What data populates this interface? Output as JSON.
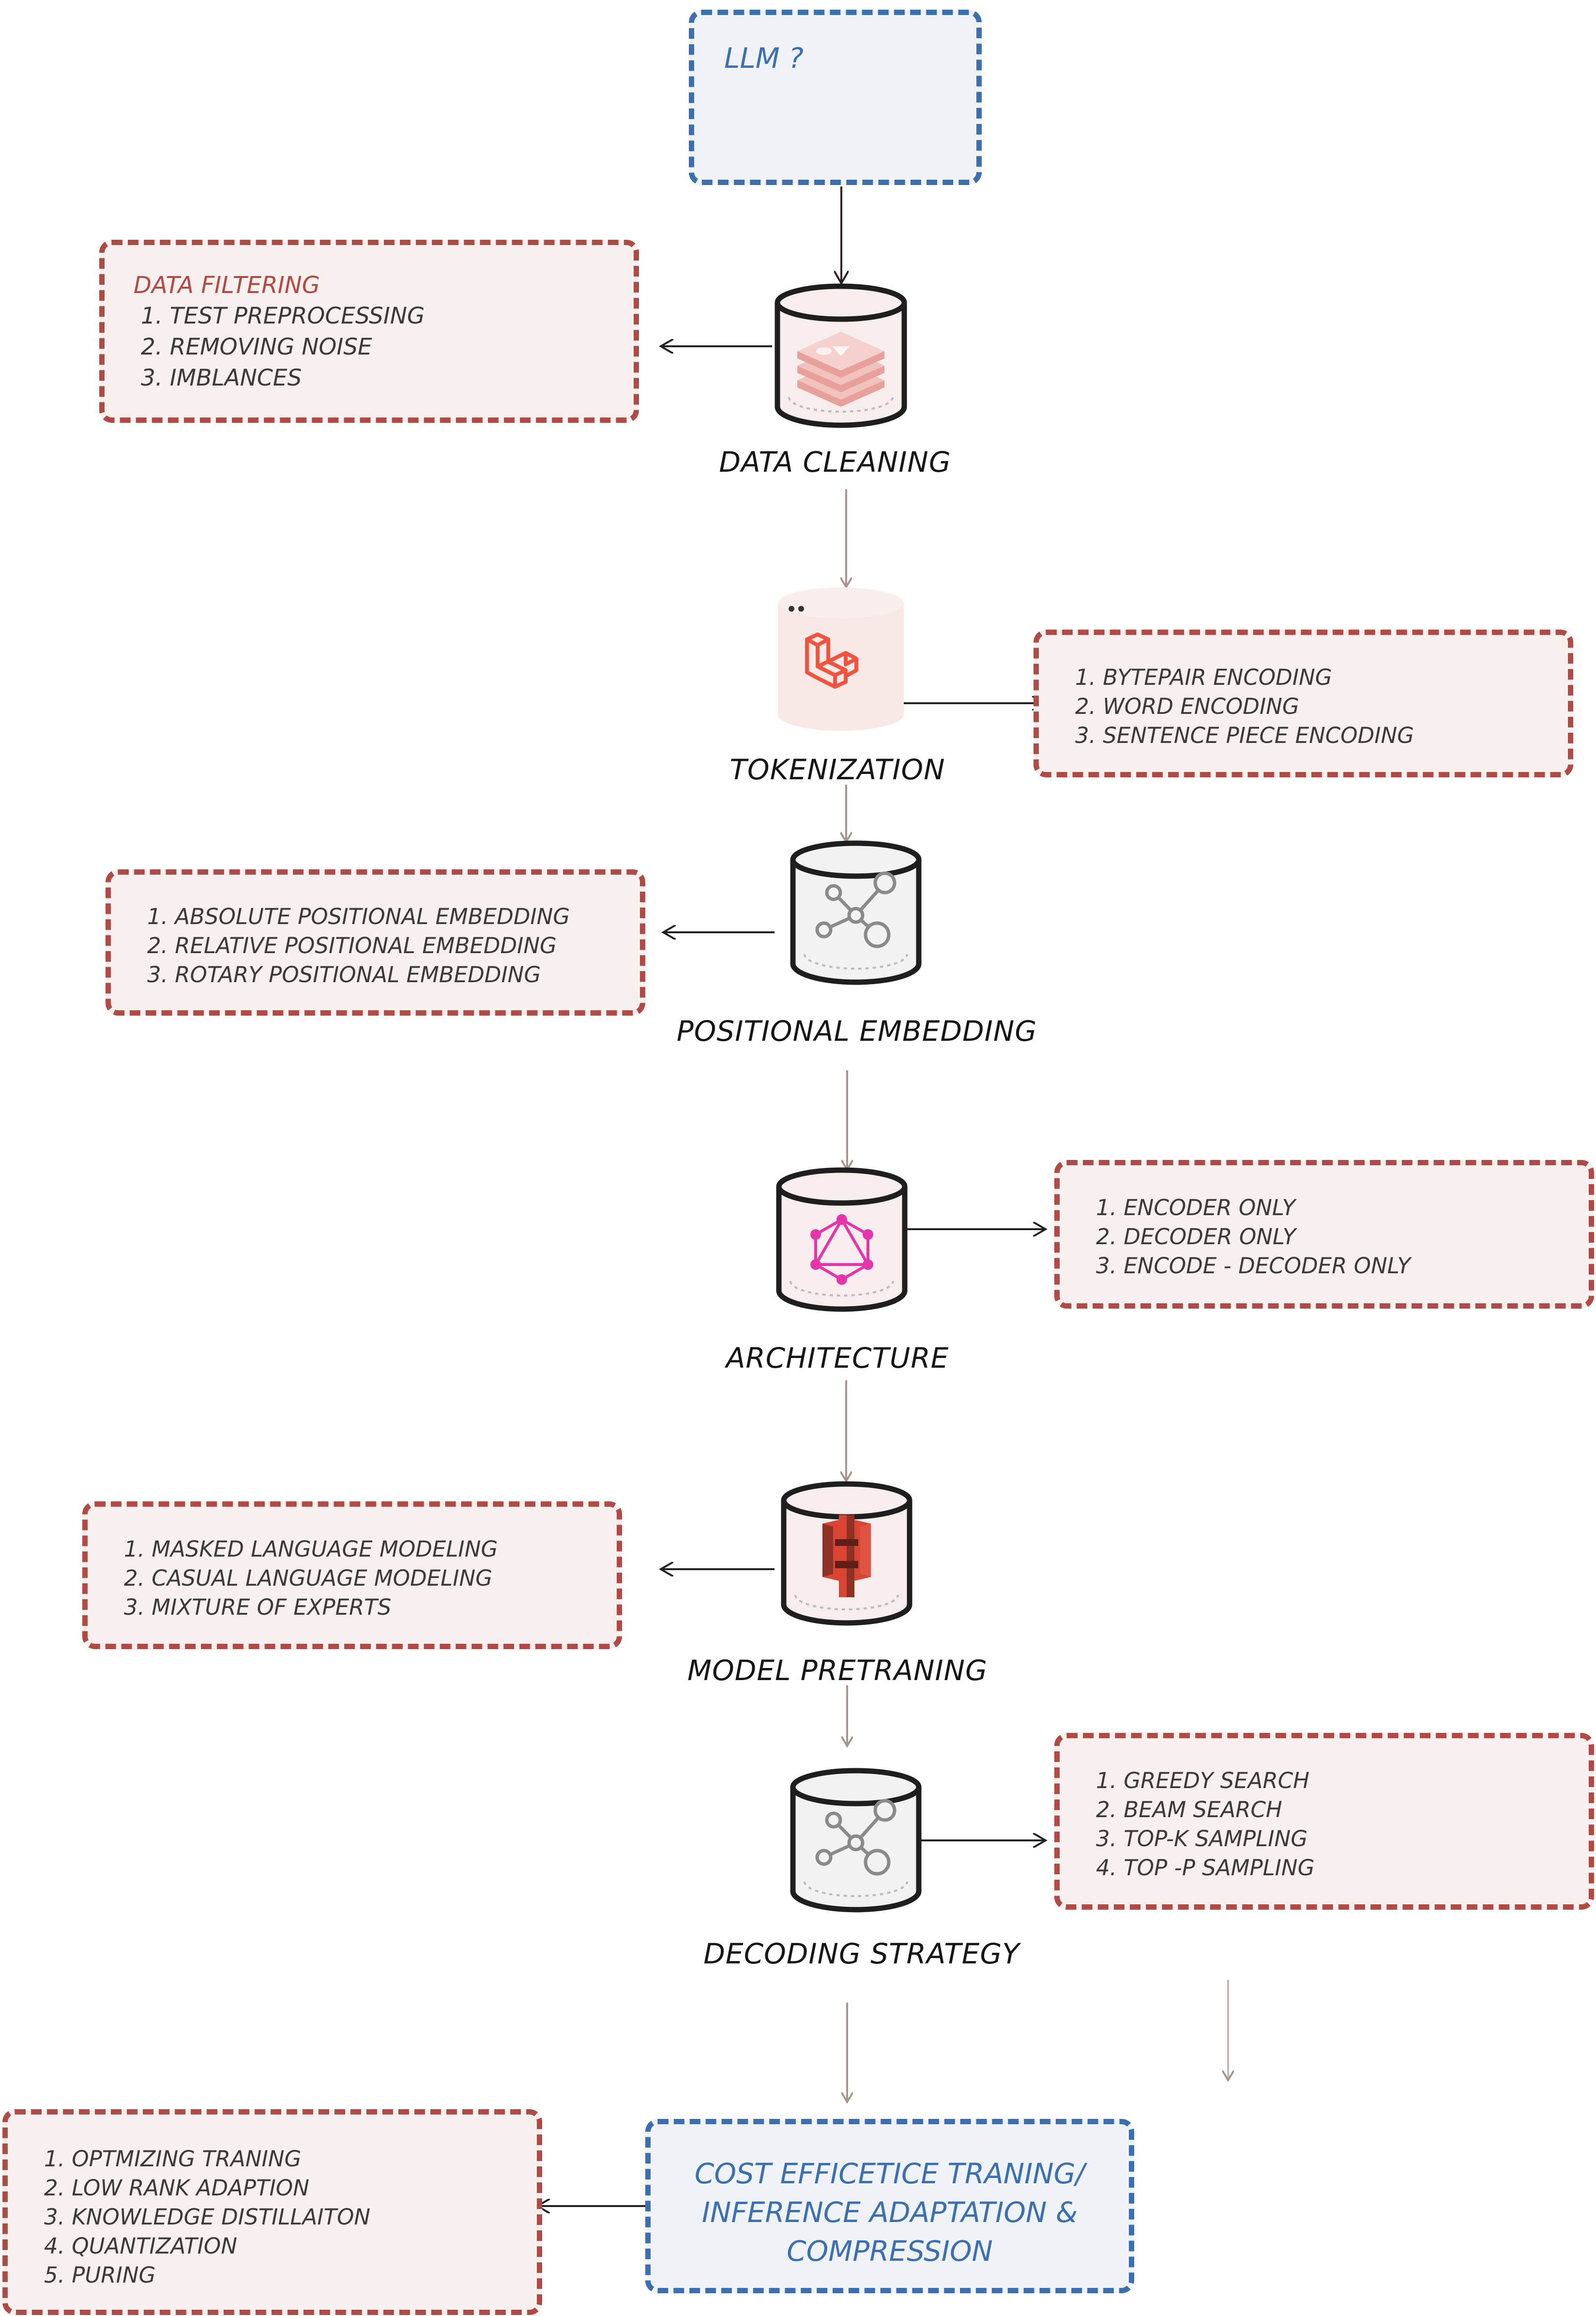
{
  "top_box": {
    "title": "LLM ?"
  },
  "stages": [
    {
      "label": "DATA CLEANING"
    },
    {
      "label": "TOKENIZATION"
    },
    {
      "label": "POSITIONAL EMBEDDING"
    },
    {
      "label": "ARCHITECTURE"
    },
    {
      "label": "MODEL PRETRANING"
    },
    {
      "label": "DECODING STRATEGY"
    }
  ],
  "data_filtering": {
    "title": "DATA FILTERING",
    "items": [
      "1. TEST PREPROCESSING",
      "2. REMOVING NOISE",
      "3. IMBLANCES"
    ]
  },
  "tokenization_box": {
    "items": [
      "1. BYTEPAIR ENCODING",
      "2. WORD ENCODING",
      "3. SENTENCE PIECE ENCODING"
    ]
  },
  "positional_box": {
    "items": [
      "1. ABSOLUTE POSITIONAL EMBEDDING",
      "2. RELATIVE POSITIONAL EMBEDDING",
      "3. ROTARY POSITIONAL EMBEDDING"
    ]
  },
  "architecture_box": {
    "items": [
      "1. ENCODER ONLY",
      "2. DECODER ONLY",
      "3. ENCODE - DECODER ONLY"
    ]
  },
  "pretraining_box": {
    "items": [
      "1. MASKED LANGUAGE MODELING",
      "2. CASUAL LANGUAGE MODELING",
      "3. MIXTURE OF EXPERTS"
    ]
  },
  "decoding_box": {
    "items": [
      "1. GREEDY SEARCH",
      "2. BEAM SEARCH",
      "3. TOP-K SAMPLING",
      "4. TOP -P SAMPLING"
    ]
  },
  "cost_box": {
    "lines": [
      "COST EFFICETICE TRANING/",
      "INFERENCE ADAPTATION &",
      "COMPRESSION"
    ]
  },
  "cost_items_box": {
    "items": [
      "1. OPTMIZING TRANING",
      "2. LOW RANK ADAPTION",
      "3. KNOWLEDGE DISTILLAITON",
      "4. QUANTIZATION",
      "5. PURING"
    ]
  },
  "colors": {
    "red_border": "#b04a45",
    "red_fill": "#f8efef",
    "blue_border": "#3b6fb0",
    "blue_fill": "#eff3f8",
    "magenta": "#e535ab",
    "aws_red": "#d84533"
  },
  "icons": [
    "redis-stack-icon",
    "laravel-icon",
    "graph-network-icon",
    "graphql-icon",
    "aws-s3-icon",
    "graph-network-icon"
  ]
}
